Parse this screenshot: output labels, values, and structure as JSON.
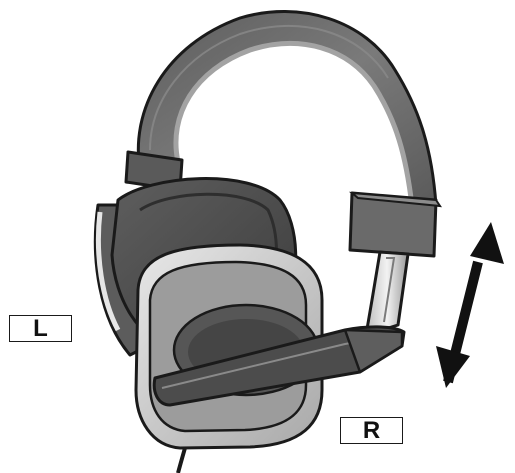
{
  "labels": {
    "left": "L",
    "right": "R"
  },
  "illustration": {
    "subject": "headphones",
    "icons": [
      "headphones-icon",
      "adjust-arrow-icon"
    ],
    "colors": {
      "outline": "#1a1a1a",
      "headband": "#6a6a6a",
      "headband_highlight": "#9a9a9a",
      "earcup_dark": "#4a4a4a",
      "earcup_mid": "#7c7c7c",
      "earcup_light": "#c9c9c9",
      "slider_metal": "#dcdcdc"
    }
  }
}
